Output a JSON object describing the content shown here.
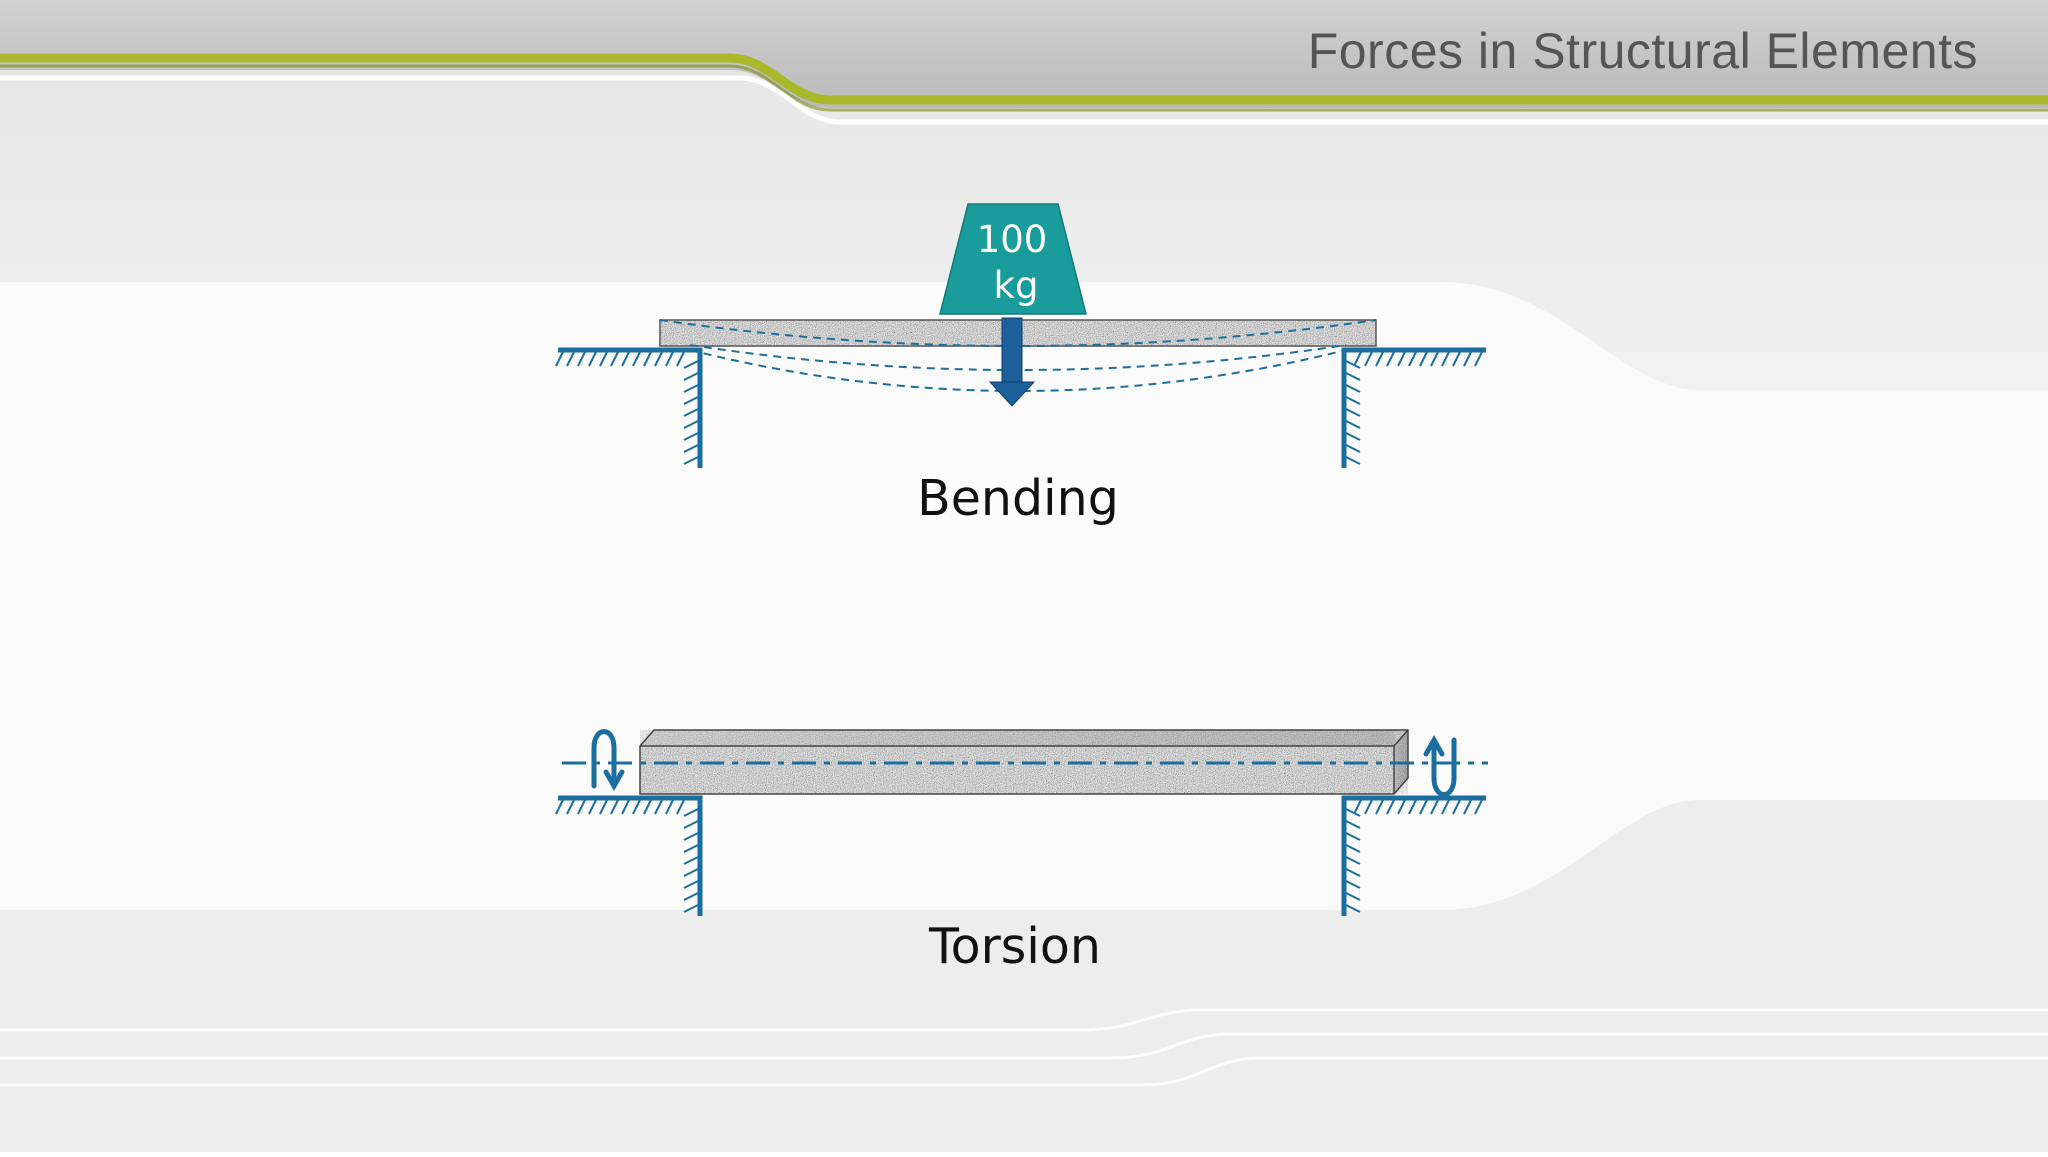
{
  "slide": {
    "title": "Forces in Structural Elements"
  },
  "bending": {
    "weight_value": "100",
    "weight_unit": "kg",
    "caption": "Bending"
  },
  "torsion": {
    "caption": "Torsion"
  },
  "colors": {
    "structure_blue": "#1a6ea0",
    "arrow_blue": "#1c5f99",
    "weight_teal": "#1a9c9c",
    "header_green": "#a8b82a",
    "header_gray": "#b4b4b4"
  }
}
